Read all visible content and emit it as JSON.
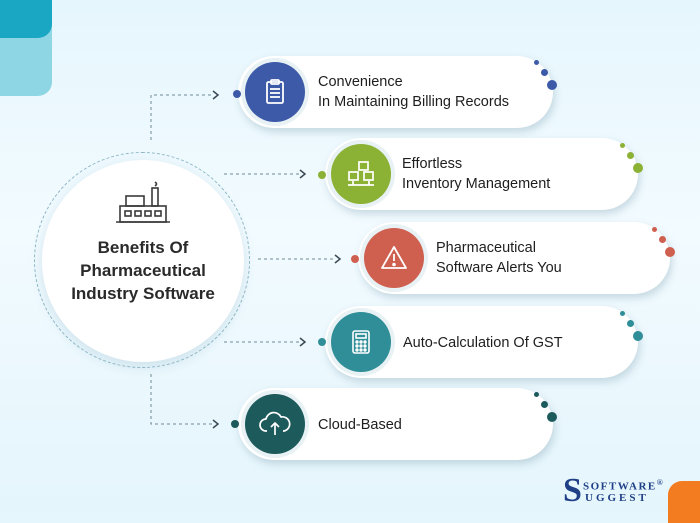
{
  "hub": {
    "title": "Benefits Of\nPharmaceutical\nIndustry Software",
    "icon": "factory-icon"
  },
  "benefits": [
    {
      "label": "Convenience\nIn Maintaining Billing Records",
      "icon": "clipboard-icon",
      "color": "#3d5aa8"
    },
    {
      "label": "Effortless\nInventory Management",
      "icon": "inventory-icon",
      "color": "#8bb135"
    },
    {
      "label": "Pharmaceutical\nSoftware Alerts You",
      "icon": "alert-icon",
      "color": "#cf5f4f"
    },
    {
      "label": "Auto-Calculation Of GST",
      "icon": "calculator-icon",
      "color": "#2f8e98"
    },
    {
      "label": "Cloud-Based",
      "icon": "cloud-upload-icon",
      "color": "#1d5a5c"
    }
  ],
  "brand": {
    "top": "SOFTWARE",
    "bottom": "UGGEST",
    "initial": "S",
    "mark": "®"
  }
}
